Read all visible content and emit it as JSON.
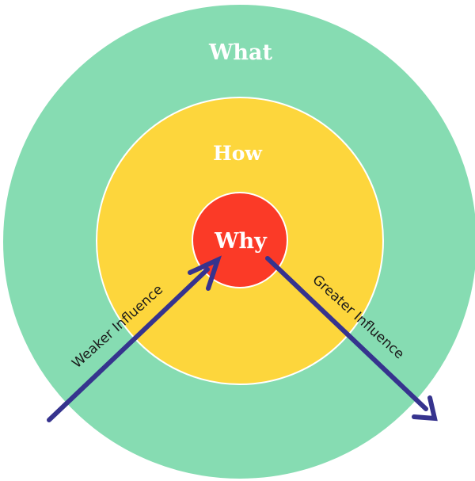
{
  "diagram": {
    "outer_label": "What",
    "middle_label": "How",
    "inner_label": "Why",
    "left_arrow_label": "Weaker Influence",
    "right_arrow_label": "Greater Influence"
  },
  "colors": {
    "outer_ring": "#86dcb2",
    "middle_ring": "#fdd63c",
    "inner_circle": "#fb3a27",
    "ring_border": "#ffffff",
    "arrow": "#36338e",
    "ring_text": "#ffffff",
    "arrow_text": "#1a1a1a"
  }
}
